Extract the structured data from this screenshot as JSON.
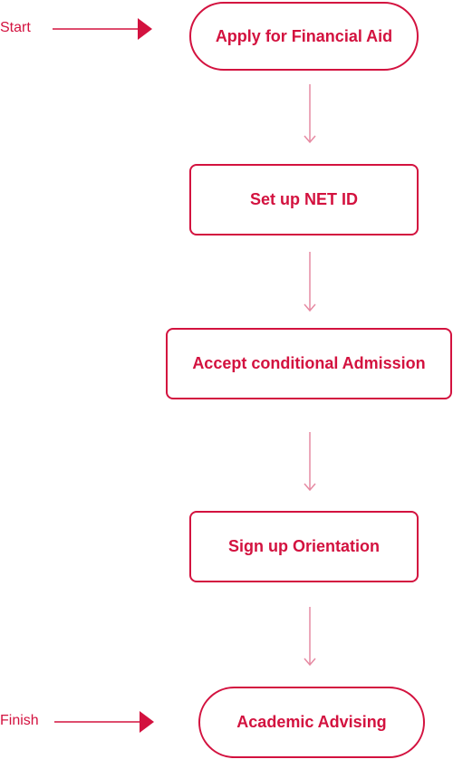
{
  "labels": {
    "start": "Start",
    "finish": "Finish"
  },
  "steps": [
    {
      "id": "step-1",
      "text": "Apply for Financial Aid"
    },
    {
      "id": "step-2",
      "text": "Set up NET ID"
    },
    {
      "id": "step-3",
      "text": "Accept conditional Admission"
    },
    {
      "id": "step-4",
      "text": "Sign up Orientation"
    },
    {
      "id": "step-5",
      "text": "Academic Advising"
    }
  ],
  "colors": {
    "accent": "#d3123f",
    "connector": "#e68aa2"
  }
}
